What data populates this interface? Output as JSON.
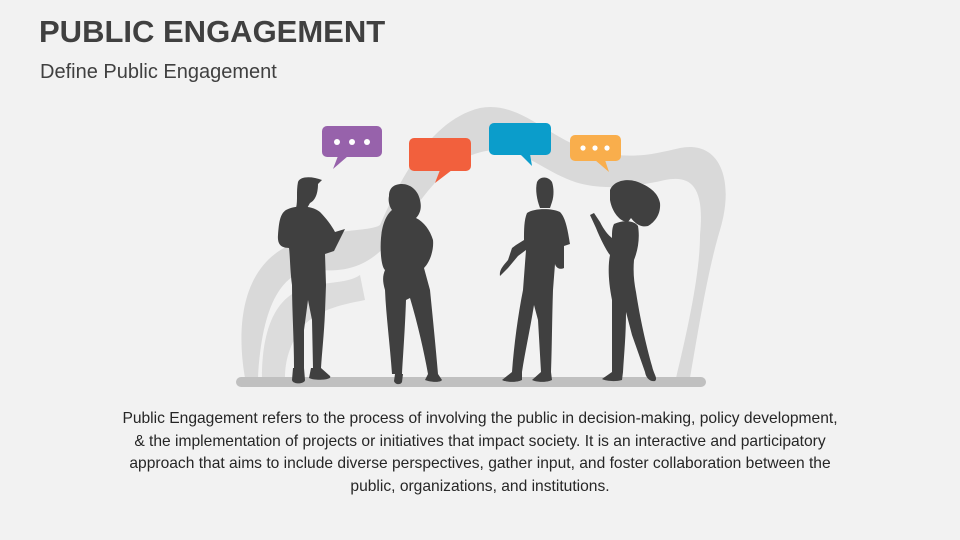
{
  "slide": {
    "title": "PUBLIC ENGAGEMENT",
    "subtitle": "Define Public Engagement",
    "description": "Public Engagement refers to the process of involving the public in decision-making, policy development, & the implementation of projects or initiatives that impact society. It is an interactive and participatory approach that aims to include diverse perspectives, gather input, and foster collaboration between the public, organizations, and institutions."
  },
  "illustration": {
    "figures": [
      "man-with-tablet",
      "woman-with-hood",
      "man-gesturing",
      "woman-talking"
    ],
    "speech_bubbles": [
      {
        "color": "#9762ab",
        "content": "dots"
      },
      {
        "color": "#f2603d",
        "content": "empty"
      },
      {
        "color": "#0b9dcb",
        "content": "empty"
      },
      {
        "color": "#f9ae4c",
        "content": "dots"
      }
    ],
    "colors": {
      "silhouette": "#404040",
      "background_wave": "#d9d9d9",
      "ground": "#c0c0c0"
    }
  }
}
